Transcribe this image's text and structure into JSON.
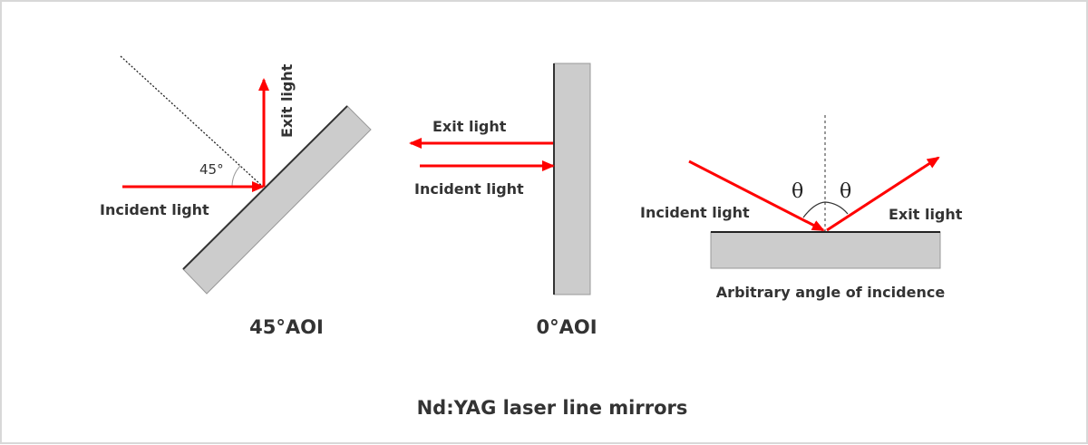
{
  "title": "Nd:YAG laser line mirrors",
  "colors": {
    "beam": "#ff0000",
    "mirror": "#cccccc",
    "mirror_edge": "#888888",
    "text": "#333333"
  },
  "diagram_45": {
    "caption": "45°AOI",
    "incident_label": "Incident light",
    "exit_label": "Exit light",
    "angle_label": "45°"
  },
  "diagram_0": {
    "caption": "0°AOI",
    "incident_label": "Incident light",
    "exit_label": "Exit light"
  },
  "diagram_arbitrary": {
    "caption": "Arbitrary angle of incidence",
    "incident_label": "Incident light",
    "exit_label": "Exit light",
    "angle_left": "θ",
    "angle_right": "θ"
  }
}
